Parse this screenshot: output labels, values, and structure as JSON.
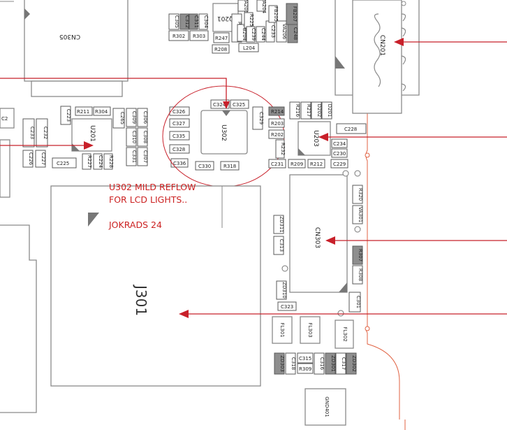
{
  "notes": {
    "line1": "U302 MILD REFLOW",
    "line2": "FOR LCD LIGHTS..",
    "author": "JOKRADS 24"
  },
  "labels": {
    "cn305": "CN305",
    "c2": "C2",
    "c233": "C233",
    "c232": "C232",
    "c226": "C226",
    "c227": "C227",
    "c223": "C223",
    "r211": "R211",
    "r304": "R304",
    "c265": "C265",
    "u201": "U201",
    "c225": "C225",
    "r227": "R227",
    "c224": "C224",
    "r228": "R228",
    "c309": "C309",
    "c306": "C306",
    "c310": "C310",
    "c308": "C308",
    "c331": "C331",
    "c307": "C307",
    "c305": "C305",
    "c312": "C312",
    "c311": "C311",
    "c304": "C304",
    "r302": "R302",
    "r303": "R303",
    "q201": "Q201",
    "r247": "R247",
    "r208": "R208",
    "va205": "VA205",
    "r215": "R215",
    "fb204": "FB204",
    "r225": "R225",
    "c239": "C239",
    "c244": "C244",
    "l204": "L204",
    "va204": "VA204",
    "c233b": "C233",
    "fb205": "FB205",
    "va206": "VA206",
    "fb207": "FB207",
    "c248": "C248",
    "cn201": "CN201",
    "c326": "C326",
    "c327": "C327",
    "c335": "C335",
    "c328": "C328",
    "c336": "C336",
    "c324": "C324",
    "c325": "C325",
    "u302": "U302",
    "c330": "C330",
    "r318": "R318",
    "c329": "C329",
    "r214": "R214",
    "r216": "R216",
    "r217": "R217",
    "d202": "D202",
    "d201": "D201",
    "r203": "R203",
    "r202": "R202",
    "r232": "R232",
    "u203": "U203",
    "c228": "C228",
    "c234": "C234",
    "c230": "C230",
    "c231": "C231",
    "r209": "R209",
    "r212": "R212",
    "c229": "C229",
    "cn303": "CN303",
    "r320": "R320",
    "va301": "VA301",
    "r307": "R307",
    "r308": "R308",
    "zd311": "ZD311",
    "c313": "C313",
    "zd310": "ZD310",
    "c323": "C323",
    "c301": "C301",
    "fl301": "FL301",
    "fl303": "FL303",
    "fl302": "FL302",
    "zd303": "ZD303",
    "c318": "C318",
    "c315": "C315",
    "r309": "R309",
    "c316": "C316",
    "zd301": "ZD301",
    "c317": "C317",
    "zd302": "ZD302",
    "gnd401": "GND401",
    "j301": "J301"
  }
}
